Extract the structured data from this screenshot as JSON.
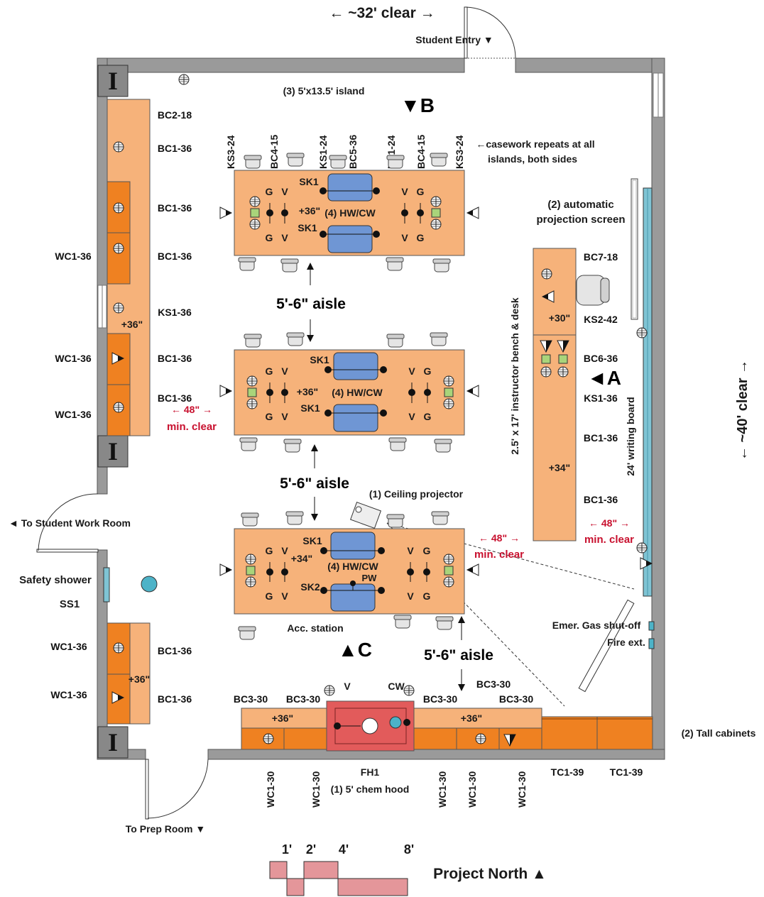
{
  "title": {
    "clear_width": "← ~32' clear →",
    "clear_depth": "← ~40' clear →",
    "student_entry": "Student Entry ▼",
    "to_student_work_room": "◄ To Student Work Room",
    "to_prep_room": "To Prep Room ▼",
    "project_north": "Project North ▲"
  },
  "islands": {
    "count_label": "(3) 5'x13.5' island",
    "casework_note_1": "←casework repeats at all",
    "casework_note_2": "islands, both sides",
    "top_casework": [
      "KS3-24",
      "BC4-15",
      "KS1-24",
      "BC5-36",
      "KS1-24",
      "BC4-15",
      "KS3-24"
    ],
    "sink1": "SK1",
    "sink2": "SK2",
    "hwcw": "(4) HW/CW",
    "pw": "PW",
    "gas": "G",
    "vacuum": "V",
    "height36": "+36\"",
    "height34": "+34\"",
    "aisle": "5'-6\" aisle",
    "acc_station": "Acc. station",
    "view_b": "▼B",
    "view_c": "▲C"
  },
  "west_wall": {
    "base_cabinets": [
      "BC2-18",
      "BC1-36",
      "BC1-36",
      "BC1-36",
      "KS1-36",
      "BC1-36",
      "BC1-36"
    ],
    "wall_cabinets": [
      "WC1-36",
      "WC1-36",
      "WC1-36"
    ],
    "height": "+36\"",
    "clear_48": "← 48\" →",
    "min_clear": "min. clear",
    "safety_shower": "Safety shower",
    "ss1": "SS1",
    "lower_wall_cabinets": [
      "WC1-36",
      "WC1-36"
    ],
    "lower_base_cabinets": [
      "BC1-36",
      "BC1-36"
    ]
  },
  "instructor": {
    "screen_1": "(2) automatic",
    "screen_2": "projection screen",
    "bench_label": "2.5' x 17' instructor bench & desk",
    "cabinets": [
      "BC7-18",
      "KS2-42",
      "BC6-36",
      "KS1-36",
      "BC1-36",
      "BC1-36"
    ],
    "height30": "+30\"",
    "height34": "+34\"",
    "view_a": "◄A",
    "writing_board": "24' writing board",
    "clear_48": "← 48\" →",
    "min_clear": "min. clear",
    "ceiling_projector": "(1) Ceiling projector"
  },
  "east_wall": {
    "gas_shutoff": "Emer. Gas shut-off",
    "fire_ext": "Fire ext."
  },
  "south_wall": {
    "base_cabinets": [
      "BC3-30",
      "BC3-30",
      "BC3-30",
      "BC3-30",
      "BC3-30"
    ],
    "height": "+36\"",
    "hood_v": "V",
    "hood_cw": "CW",
    "wall_cabinets": [
      "WC1-30",
      "WC1-30",
      "WC1-30",
      "WC1-30",
      "WC1-30"
    ],
    "fh1": "FH1",
    "chem_hood": "(1) 5' chem hood",
    "tall_cabinets": [
      "TC1-39",
      "TC1-39"
    ],
    "tall_cabinets_label": "(2) Tall cabinets"
  },
  "scale": {
    "labels": [
      "1'",
      "2'",
      "4'",
      "8'"
    ]
  },
  "colors": {
    "wall": "#9a9a9a",
    "casework": "#f6b27a",
    "cabinet": "#ef8121",
    "sink": "#6f96d4",
    "hood": "#e25b5b",
    "red_text": "#c8102e",
    "writing_board": "#7fc4d4",
    "gas_box": "#a9d47a"
  }
}
